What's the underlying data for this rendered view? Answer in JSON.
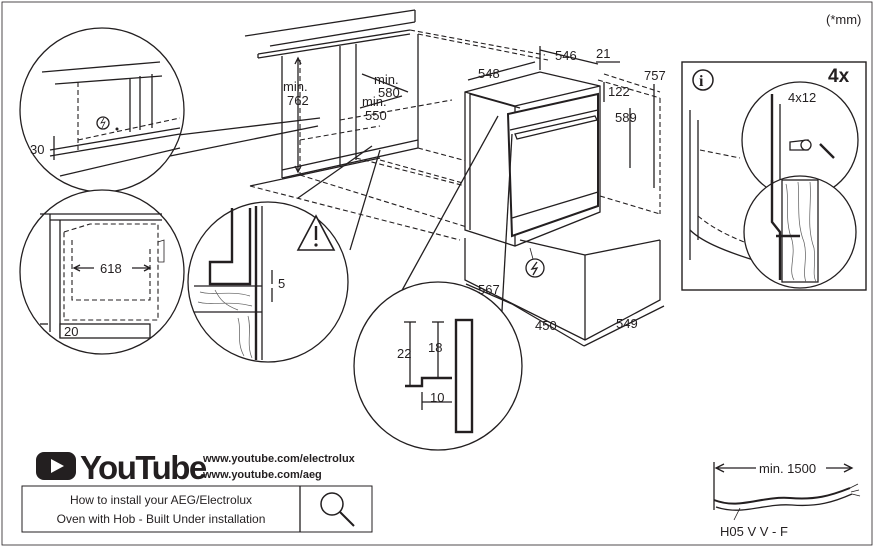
{
  "units_note": "(*mm)",
  "dimensions": {
    "min_762": [
      "min.",
      "762"
    ],
    "min_580": [
      "min.",
      "580"
    ],
    "min_550": [
      "min.",
      "550"
    ],
    "d548": "548",
    "d546": "546",
    "d21": "21",
    "d122": "122",
    "d757": "757",
    "d589": "589",
    "d30": "30",
    "d618": "618",
    "d20": "20",
    "d5": "5",
    "d567": "567",
    "d450": "450",
    "d549": "549",
    "d22": "22",
    "d18": "18",
    "d10": "10",
    "screws": "4x12",
    "count": "4x"
  },
  "info_symbol": "i",
  "youtube": {
    "brand": "YouTube",
    "urls": [
      "www.youtube.com/electrolux",
      "www.youtube.com/aeg"
    ],
    "search_lines": [
      "How to install your AEG/Electrolux",
      "Oven with Hob - Built Under installation"
    ]
  },
  "cable": {
    "length": "min. 1500",
    "type": "H05 V V - F"
  }
}
